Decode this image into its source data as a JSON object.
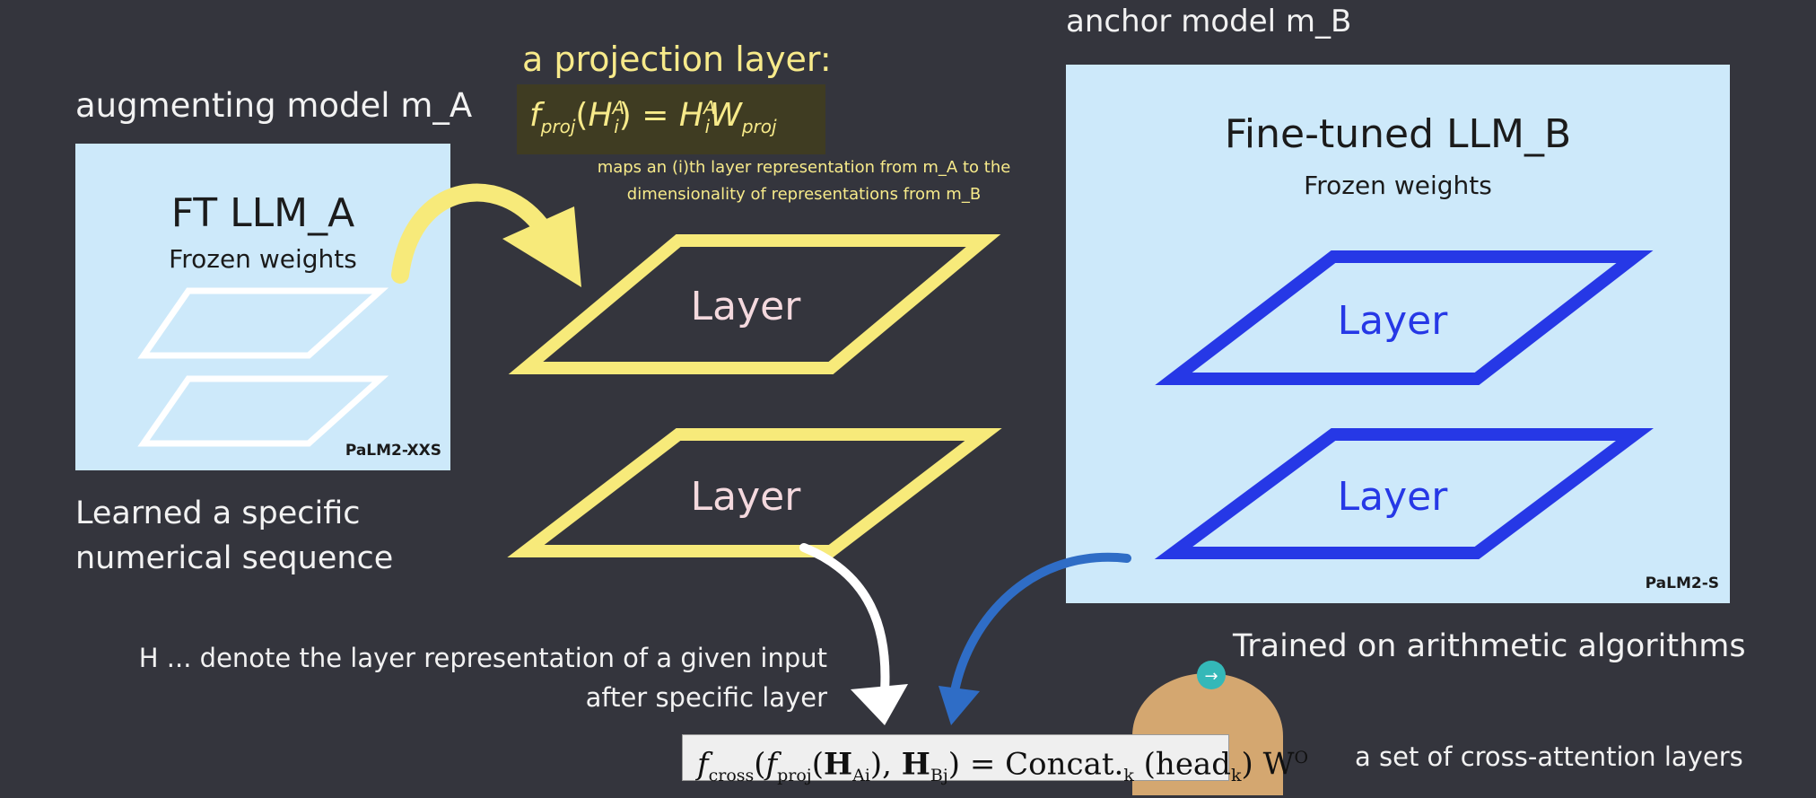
{
  "augmenting": {
    "heading": "augmenting model m_A",
    "title": "FT LLM_A",
    "subtitle": "Frozen weights",
    "badge": "PaLM2-XXS",
    "note_line1": "Learned a specific",
    "note_line2": "numerical sequence"
  },
  "projection": {
    "heading": "a projection layer:",
    "formula": {
      "f": "f",
      "f_sub": "proj",
      "open": "(",
      "H": "H",
      "H_sub": "i",
      "H_sup": "A",
      "close": ")",
      "eq": " = ",
      "H2": "H",
      "H2_sub": "i",
      "H2_sup": "A",
      "W": "W",
      "W_sub": "proj"
    },
    "caption_line1": "maps an (i)th layer representation from m_A to the",
    "caption_line2": "dimensionality of representations from m_B",
    "layer_top_label": "Layer",
    "layer_bottom_label": "Layer"
  },
  "anchor": {
    "heading": "anchor model m_B",
    "title": "Fine-tuned LLM_B",
    "subtitle": "Frozen weights",
    "badge": "PaLM2-S",
    "layer_top_label": "Layer",
    "layer_bottom_label": "Layer",
    "note": "Trained on arithmetic algorithms"
  },
  "h_note": {
    "line1": "H ... denote the layer representation of a given input",
    "line2": "after specific layer"
  },
  "cross": {
    "f": "f",
    "f_sub": "cross",
    "part1": "(",
    "f2": "f",
    "f2_sub": "proj",
    "part2": "(",
    "HA": "H",
    "HA_sub": "Ai",
    "part3": "), ",
    "HB": "H",
    "HB_sub": "Bj",
    "part4": ") = Concat.",
    "k_sub": "k",
    "part5": " (head",
    "head_sub": "k",
    "part6": ") W",
    "W_sup": "O",
    "label": "a set of cross-attention layers"
  },
  "colors": {
    "background": "#34353d",
    "panel": "#cde9fa",
    "yellow": "#f7ea7a",
    "blue": "#2638e6",
    "arrow_blue": "#2f6dc6"
  }
}
